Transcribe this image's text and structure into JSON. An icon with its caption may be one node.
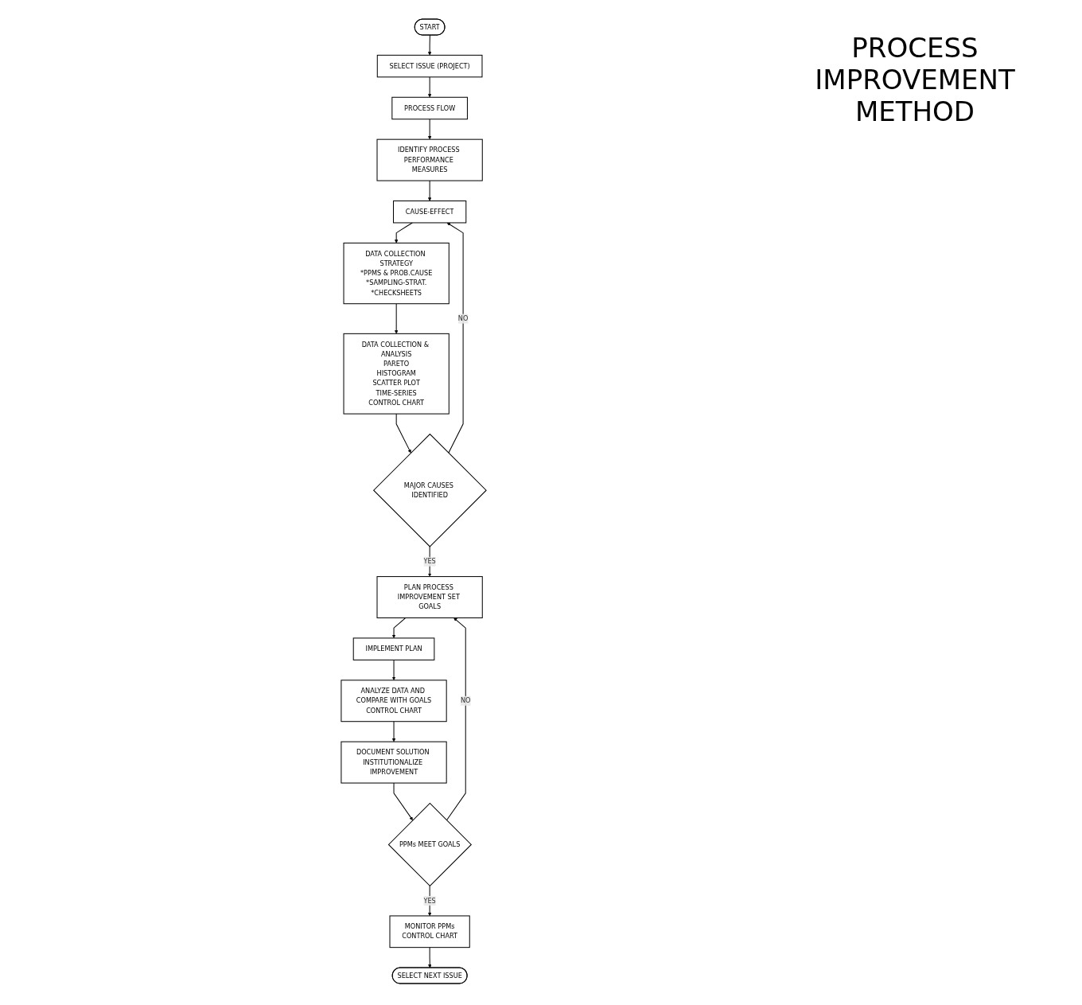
{
  "diagram": {
    "title": "PROCESS IMPROVEMENT METHOD",
    "nodes": [
      {
        "text": [
          "START"
        ]
      },
      {
        "text": [
          "SELECT ISSUE (PROJECT)"
        ]
      },
      {
        "text": [
          "PROCESS FLOW"
        ]
      },
      {
        "text": [
          "IDENTIFY PROCESS PERFORMANCE MEASURES"
        ]
      },
      {
        "text": [
          "CAUSE-EFFECT"
        ]
      },
      {
        "text": [
          "DATA COLLECTION STRATEGY",
          "*PPMS & PROB.CAUSE",
          "*SAMPLING-STRAT.",
          "*CHECKSHEETS"
        ]
      },
      {
        "text": [
          "DATA COLLECTION & ANALYSIS",
          "PARETO",
          "HISTOGRAM",
          "SCATTER PLOT",
          "TIME-SERIES",
          "CONTROL CHART"
        ]
      },
      {
        "text": [
          "MAJOR CAUSES IDENTIFIED"
        ]
      },
      {
        "text": [
          "SELECT NEXT ISSUE"
        ]
      },
      {
        "text": [
          "MONITOR PPMs",
          "CONTROL CHART"
        ]
      },
      {
        "text": [
          "PPMs MEET GOALS"
        ]
      },
      {
        "text": [
          "PLAN PROCESS IMPROVEMENT SET GOALS"
        ]
      },
      {
        "text": [
          "IMPLEMENT PLAN"
        ]
      },
      {
        "text": [
          "DOCUMENT SOLUTION INSTITUTIONALIZE IMPROVEMENT"
        ]
      },
      {
        "text": [
          "ANALYZE DATA AND COMPARE WITH GOALS",
          "CONTROL CHART"
        ]
      }
    ],
    "edges": [
      {
        "from": 0,
        "to": 1,
        "arrow": "to"
      },
      {
        "from": 1,
        "to": 2,
        "arrow": "to"
      },
      {
        "from": 2,
        "to": 3,
        "arrow": "to"
      },
      {
        "from": 3,
        "to": 4,
        "arrow": "to"
      },
      {
        "from": 4,
        "to": 5,
        "arrow": "to"
      },
      {
        "from": 5,
        "to": 6,
        "arrow": "to"
      },
      {
        "from": 6,
        "to": 7,
        "arrow": "to"
      },
      {
        "from": 7,
        "to": 4,
        "label": "NO",
        "arrow": "to"
      },
      {
        "from": 7,
        "to": 11,
        "label": "YES",
        "arrow": "to"
      },
      {
        "from": 11,
        "to": 12,
        "arrow": "to"
      },
      {
        "from": 12,
        "to": 14,
        "arrow": "to"
      },
      {
        "from": 14,
        "to": 13,
        "arrow": "to"
      },
      {
        "from": 13,
        "to": 10,
        "arrow": "to"
      },
      {
        "from": 10,
        "to": 11,
        "label": "NO",
        "arrow": "to"
      },
      {
        "from": 10,
        "to": 9,
        "label": "YES",
        "arrow": "to"
      },
      {
        "from": 9,
        "to": 8,
        "arrow": "to"
      }
    ]
  }
}
